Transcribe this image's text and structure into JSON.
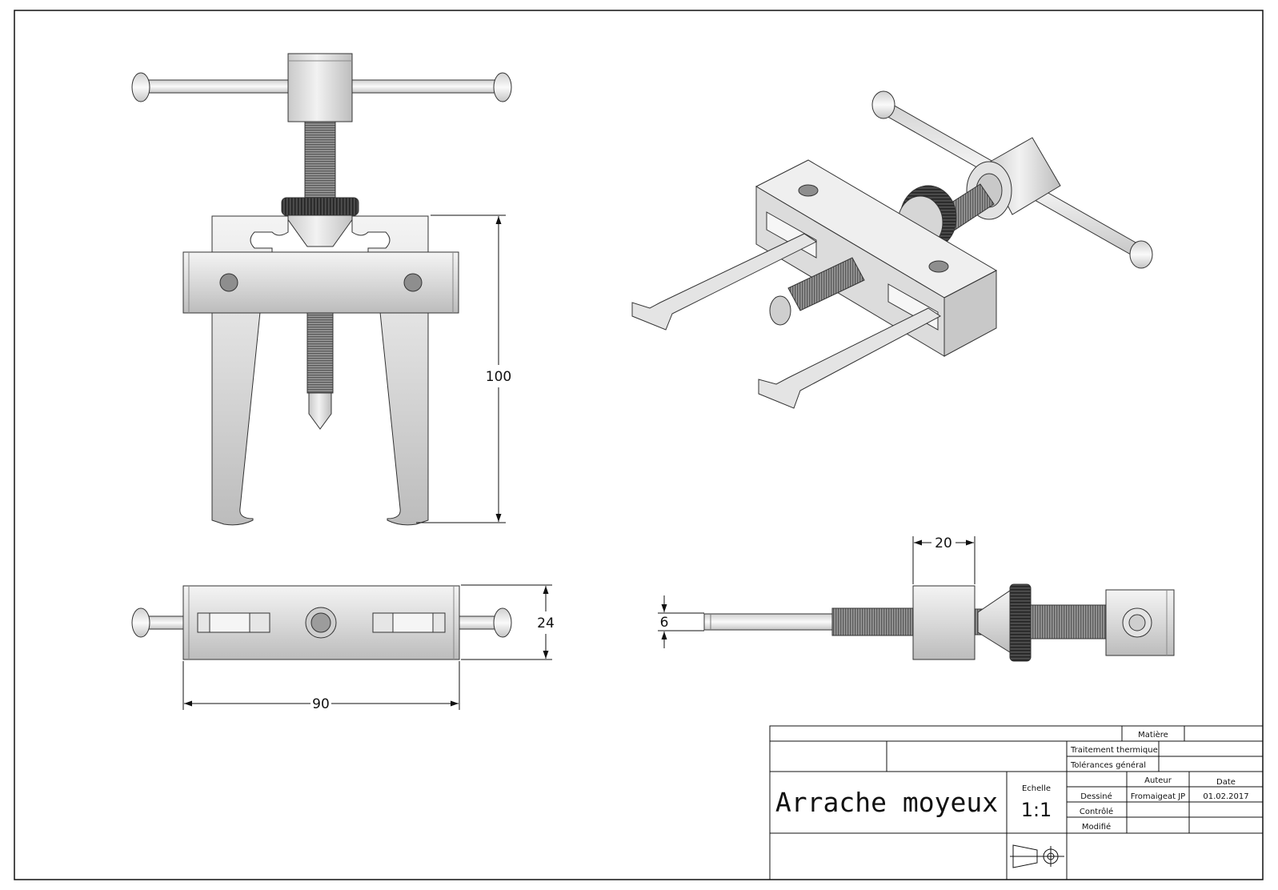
{
  "dimensions": {
    "height_100": "100",
    "width_90": "90",
    "depth_24": "24",
    "block_20": "20",
    "rod_6": "6"
  },
  "title_block": {
    "title": "Arrache moyeux",
    "echelle_label": "Echelle",
    "echelle_value": "1:1",
    "matiere_label": "Matière",
    "traitement_label": "Traitement thermique",
    "tolerances_label": "Tolérances général",
    "auteur_label": "Auteur",
    "date_label": "Date",
    "dessine_label": "Dessiné",
    "controle_label": "Contrôlé",
    "modifie_label": "Modifié",
    "auteur_value": "Fromaigeat JP",
    "date_value": "01.02.2017"
  },
  "icons": {
    "projection": "first-angle-projection-icon"
  }
}
